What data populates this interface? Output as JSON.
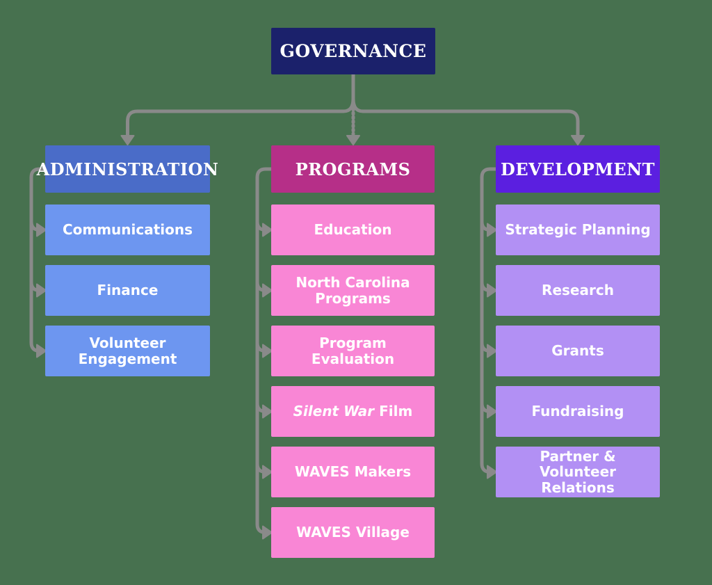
{
  "background_color": "#47714f",
  "connector_color": "#8a8a8a",
  "text_color": "#ffffff",
  "root": {
    "label": "GOVERNANCE",
    "bg": "#1b216b"
  },
  "columns": [
    {
      "id": "administration",
      "header": {
        "label": "ADMINISTRATION",
        "bg": "#4a6cc8"
      },
      "child_bg": "#6d96f0",
      "children": [
        {
          "parts": [
            {
              "text": "Communications"
            }
          ]
        },
        {
          "parts": [
            {
              "text": "Finance"
            }
          ]
        },
        {
          "parts": [
            {
              "text": "Volunteer Engagement"
            }
          ]
        }
      ]
    },
    {
      "id": "programs",
      "header": {
        "label": "PROGRAMS",
        "bg": "#b62f88"
      },
      "child_bg": "#f986d5",
      "children": [
        {
          "parts": [
            {
              "text": "Education"
            }
          ]
        },
        {
          "parts": [
            {
              "text": "North Carolina Programs"
            }
          ]
        },
        {
          "parts": [
            {
              "text": "Program Evaluation"
            }
          ]
        },
        {
          "parts": [
            {
              "text": "Silent War",
              "italic": true
            },
            {
              "text": " Film"
            }
          ]
        },
        {
          "parts": [
            {
              "text": "WAVES Makers"
            }
          ]
        },
        {
          "parts": [
            {
              "text": "WAVES Village"
            }
          ]
        }
      ]
    },
    {
      "id": "development",
      "header": {
        "label": "DEVELOPMENT",
        "bg": "#5b1fe0"
      },
      "child_bg": "#b290f4",
      "children": [
        {
          "parts": [
            {
              "text": "Strategic Planning"
            }
          ]
        },
        {
          "parts": [
            {
              "text": "Research"
            }
          ]
        },
        {
          "parts": [
            {
              "text": "Grants"
            }
          ]
        },
        {
          "parts": [
            {
              "text": "Fundraising"
            }
          ]
        },
        {
          "parts": [
            {
              "text": "Partner & Volunteer Relations"
            }
          ]
        }
      ]
    }
  ]
}
